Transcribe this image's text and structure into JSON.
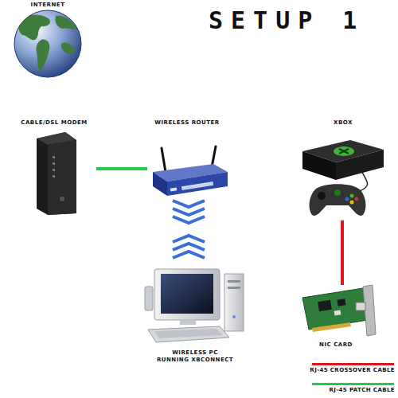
{
  "diagram": {
    "title": "SETUP 1",
    "nodes": [
      {
        "text": [
          "INTERNET"
        ]
      },
      {
        "text": [
          "CABLE/DSL MODEM"
        ]
      },
      {
        "text": [
          "WIRELESS ROUTER"
        ]
      },
      {
        "text": [
          "XBOX"
        ]
      },
      {
        "text": [
          "WIRELESS PC RUNNING XBCONNECT"
        ]
      },
      {
        "text": [
          "NIC CARD"
        ]
      }
    ],
    "edges": [
      {
        "from": 1,
        "to": 2,
        "arrow": "none"
      },
      {
        "from": 2,
        "to": 4,
        "arrow": "none"
      },
      {
        "from": 3,
        "to": 5,
        "arrow": "none"
      }
    ],
    "legend": [
      {
        "text": "RJ-45 CROSSOVER CABLE",
        "color": "#e0141e"
      },
      {
        "text": "RJ-45 PATCH CABLE",
        "color": "#22cc44"
      }
    ]
  }
}
